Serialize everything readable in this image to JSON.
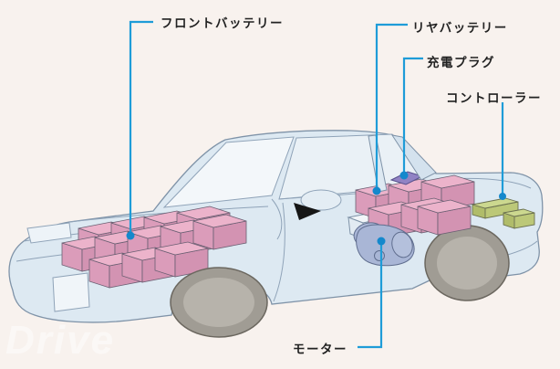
{
  "diagram": {
    "type": "ev-car-cutaway",
    "background": "#f8f2ee",
    "labels": [
      {
        "id": "front-battery",
        "text": "フロントバッテリー"
      },
      {
        "id": "rear-battery",
        "text": "リヤバッテリー"
      },
      {
        "id": "charge-plug",
        "text": "充電プラグ"
      },
      {
        "id": "controller",
        "text": "コントローラー"
      },
      {
        "id": "motor",
        "text": "モーター"
      }
    ],
    "watermark": "Drive",
    "colors": {
      "callout_line": "#1e9cd8",
      "callout_dot": "#1488cc",
      "battery_pink": "#e3a8c3",
      "motor_blue": "#a9b6d6",
      "controller_green": "#c8d48c",
      "charge_plug_purple": "#9183c4",
      "car_body": "#dde9f2",
      "wheel_grey": "#a09c94"
    }
  }
}
